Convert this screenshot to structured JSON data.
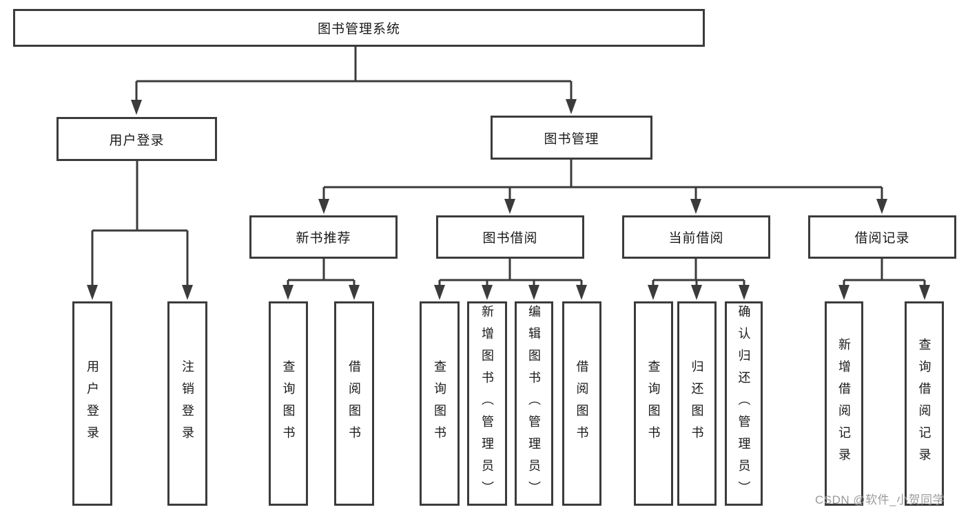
{
  "diagram": {
    "root": {
      "label": "图书管理系统"
    },
    "level2": [
      {
        "label": "用户登录"
      },
      {
        "label": "图书管理"
      }
    ],
    "level3": [
      {
        "label": "新书推荐"
      },
      {
        "label": "图书借阅"
      },
      {
        "label": "当前借阅"
      },
      {
        "label": "借阅记录"
      }
    ],
    "leaves": {
      "user_login": [
        {
          "label": "用户登录"
        },
        {
          "label": "注销登录"
        }
      ],
      "new_book": [
        {
          "label": "查询图书"
        },
        {
          "label": "借阅图书"
        }
      ],
      "book_borrow": [
        {
          "label": "查询图书"
        },
        {
          "label": "新增图书（管理员）"
        },
        {
          "label": "编辑图书（管理员）"
        },
        {
          "label": "借阅图书"
        }
      ],
      "current_borrow": [
        {
          "label": "查询图书"
        },
        {
          "label": "归还图书"
        },
        {
          "label": "确认归还（管理员）"
        }
      ],
      "borrow_record": [
        {
          "label": "新增借阅记录"
        },
        {
          "label": "查询借阅记录"
        }
      ]
    },
    "watermark": "CSDN @软件_小贺同学",
    "colors": {
      "line": "#3b3b3b",
      "text": "#1a1a1a",
      "watermark": "#9b9b9b",
      "background": "#ffffff"
    }
  }
}
